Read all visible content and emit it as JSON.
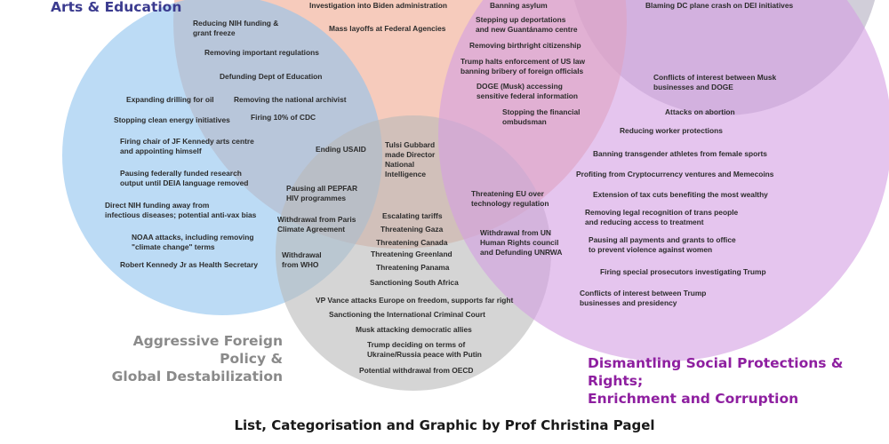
{
  "categories": {
    "arts_education": {
      "label": "Arts & Education",
      "color": "#3b3b8f"
    },
    "foreign_policy": {
      "label": "Aggressive Foreign Policy &\nGlobal Destabilization",
      "color": "#8a8a8a"
    },
    "social_protections": {
      "label": "Dismantling Social Protections & Rights;\nEnrichment and Corruption",
      "color": "#8e1fa0"
    }
  },
  "circle_colors": {
    "top": "#f0a890",
    "top_right": "#b9b4c4",
    "left": "#8fc3ee",
    "bottom": "#b9b9b9",
    "right": "#d49ee2"
  },
  "items": [
    "Investigation into Biden administration",
    "Mass layoffs at Federal Agencies",
    "Banning asylum",
    "Blaming DC plane crash on DEI initiatives",
    "Stepping up deportations\nand new Guantánamo centre",
    "Removing birthright citizenship",
    "Trump halts enforcement of US law\nbanning bribery  of foreign officials",
    "DOGE (Musk) accessing\nsensitive federal information",
    "Stopping the financial\nombudsman",
    "Reducing NIH funding &\ngrant freeze",
    "Removing important regulations",
    "Defunding Dept of Education",
    "Removing  the national archivist",
    "Firing 10% of CDC",
    "Expanding drilling for oil",
    "Stopping clean energy initiatives",
    "Firing chair of JF Kennedy arts centre\nand appointing himself",
    "Pausing federally funded research\noutput until DEIA language removed",
    "Direct NIH funding away from\ninfectious diseases; potential anti-vax bias",
    "NOAA attacks, including removing\n\"climate change\" terms",
    "Robert Kennedy Jr as Health Secretary",
    "Ending USAID",
    "Tulsi Gubbard\nmade Director\nNational\nIntelligence",
    "Pausing all PEPFAR\nHIV programmes",
    "Withdrawal from Paris\nClimate Agreement",
    "Withdrawal\nfrom WHO",
    "Escalating tariffs",
    "Threatening Gaza",
    "Threatening Canada",
    "Threatening Greenland",
    "Threatening Panama",
    "Sanctioning South Africa",
    "VP Vance attacks Europe on freedom, supports far right",
    "Sanctioning the International Criminal Court",
    "Musk attacking democratic allies",
    "Trump deciding on terms of\nUkraine/Russia peace with Putin",
    "Potential withdrawal from OECD",
    "Threatening EU over\ntechnology regulation",
    "Withdrawal from UN\nHuman Rights council\nand Defunding UNRWA",
    "Conflicts of interest between Musk\nbusinesses and DOGE",
    "Attacks on abortion",
    "Reducing worker protections",
    "Banning transgender athletes from female sports",
    "Profiting from Cryptocurrency ventures and Memecoins",
    "Extension of tax cuts benefiting the most wealthy",
    "Removing legal recognition of trans people\nand reducing access to treatment",
    "Pausing all payments and grants to office\nto prevent violence against women",
    "Firing special prosecutors investigating Trump",
    "Conflicts of interest between Trump\nbusinesses and presidency"
  ],
  "footer": "List, Categorisation and Graphic by Prof Christina Pagel"
}
